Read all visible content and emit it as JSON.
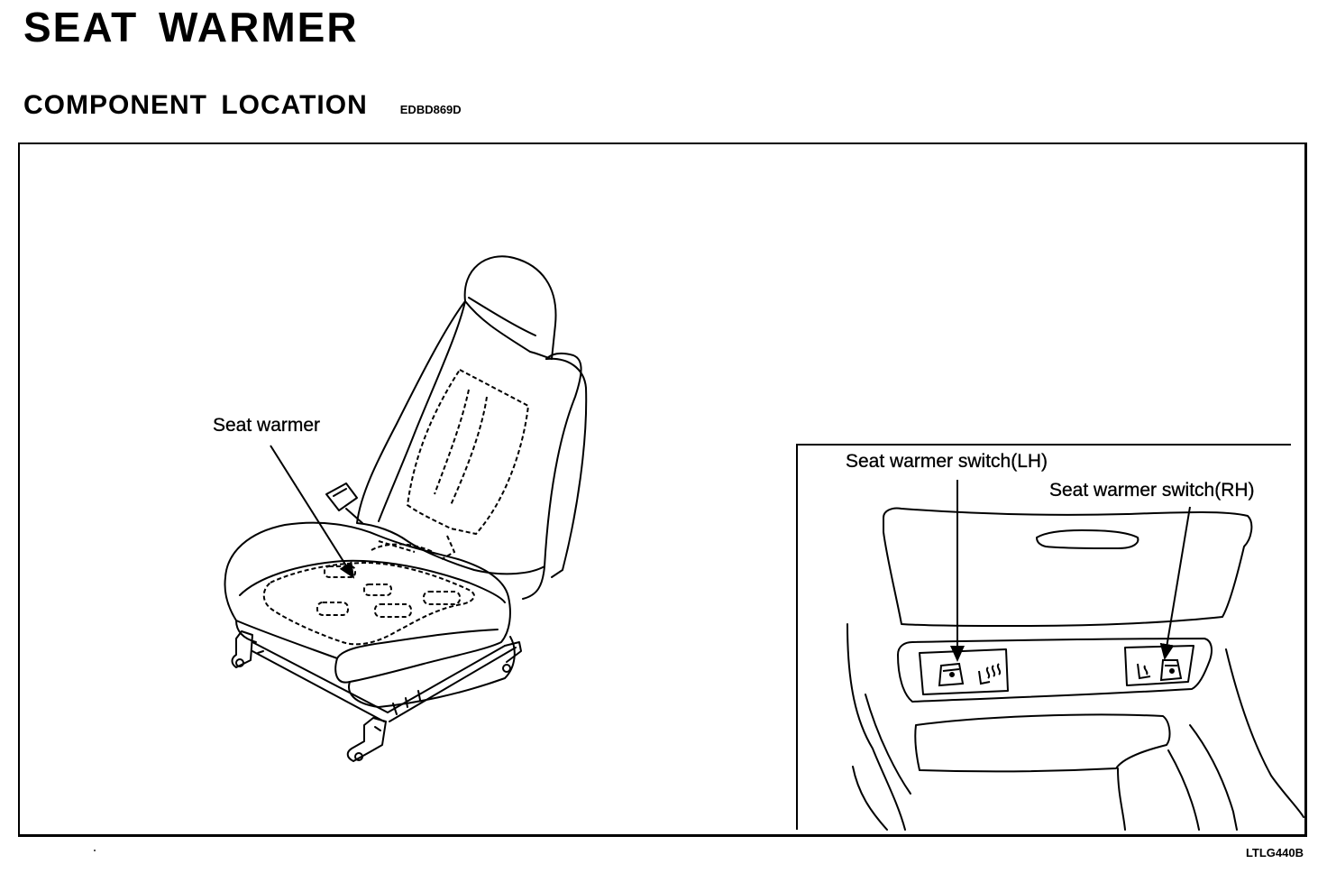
{
  "header": {
    "title": "SEAT  WARMER",
    "section_title": "COMPONENT  LOCATION",
    "section_code": "EDBD869D"
  },
  "figure": {
    "labels": {
      "seat_warmer": "Seat warmer",
      "switch_lh": "Seat warmer switch(LH)",
      "switch_rh": "Seat warmer switch(RH)"
    },
    "figure_code": "LTLG440B"
  },
  "icons": [
    "seat-illustration",
    "console-illustration",
    "leader-arrow-icon",
    "switch-seat-heat-icon"
  ]
}
